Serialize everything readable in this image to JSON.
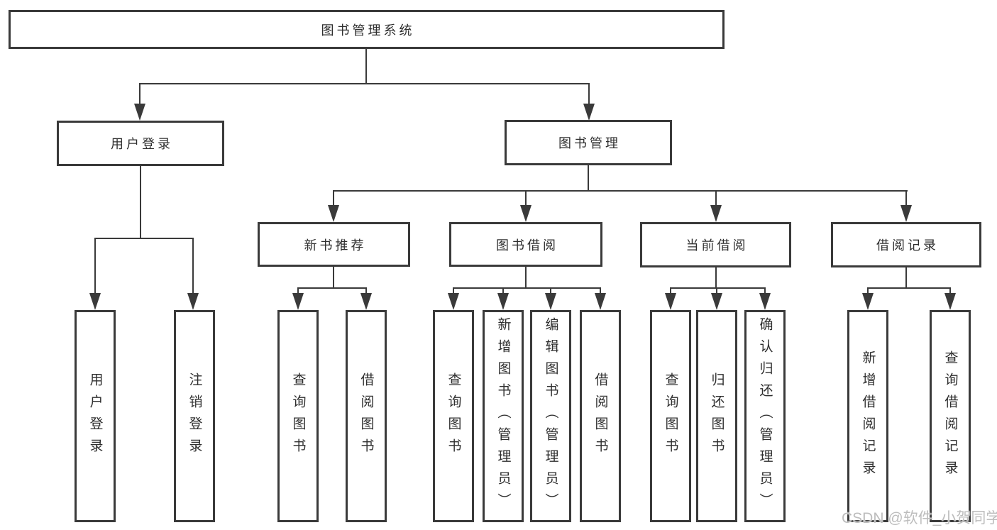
{
  "tree": {
    "root": {
      "label": "图书管理系统"
    },
    "branches": {
      "user_login": {
        "label": "用户登录",
        "children": {
          "login": {
            "label": "用户登录"
          },
          "logout": {
            "label": "注销登录"
          }
        }
      },
      "book_management": {
        "label": "图书管理",
        "sections": {
          "new_book_recommend": {
            "label": "新书推荐",
            "children": {
              "query_books": {
                "label": "查询图书"
              },
              "borrow_books": {
                "label": "借阅图书"
              }
            }
          },
          "book_borrowing": {
            "label": "图书借阅",
            "children": {
              "query_books": {
                "label": "查询图书"
              },
              "add_books_admin": {
                "label": "新增图书（管理员）"
              },
              "edit_books_admin": {
                "label": "编辑图书（管理员）"
              },
              "borrow_books": {
                "label": "借阅图书"
              }
            }
          },
          "current_borrowing": {
            "label": "当前借阅",
            "children": {
              "query_books": {
                "label": "查询图书"
              },
              "return_books": {
                "label": "归还图书"
              },
              "confirm_return_admin": {
                "label": "确认归还（管理员）"
              }
            }
          },
          "borrowing_records": {
            "label": "借阅记录",
            "children": {
              "add_borrow_record": {
                "label": "新增借阅记录"
              },
              "query_borrow_record": {
                "label": "查询借阅记录"
              }
            }
          }
        }
      }
    }
  },
  "watermark": {
    "text": "CSDN @软件_小贺同学"
  },
  "colors": {
    "line": "#3a3a3a",
    "text": "#2e2e2e",
    "watermark": "#bdbdbd",
    "background": "#ffffff"
  }
}
